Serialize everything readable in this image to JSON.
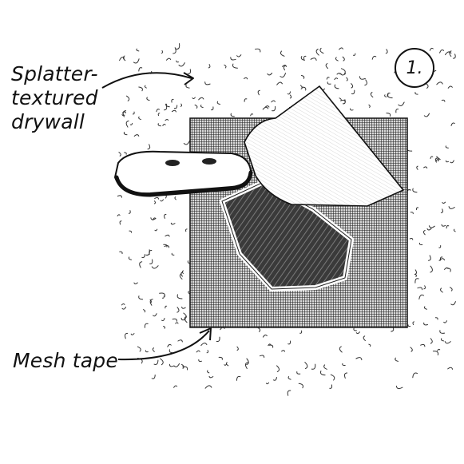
{
  "labels": {
    "splatter_line1": "Splatter-",
    "splatter_line2": "textured",
    "splatter_line3": "drywall",
    "mesh_tape": "Mesh tape"
  },
  "step_number": "1.",
  "icons": {
    "knife": "putty-knife-icon",
    "tape": "mesh-tape-icon",
    "hole": "drywall-hole-icon"
  },
  "colors": {
    "ink": "#111111",
    "mesh": "#2a2a2a",
    "hole": "#333333"
  }
}
